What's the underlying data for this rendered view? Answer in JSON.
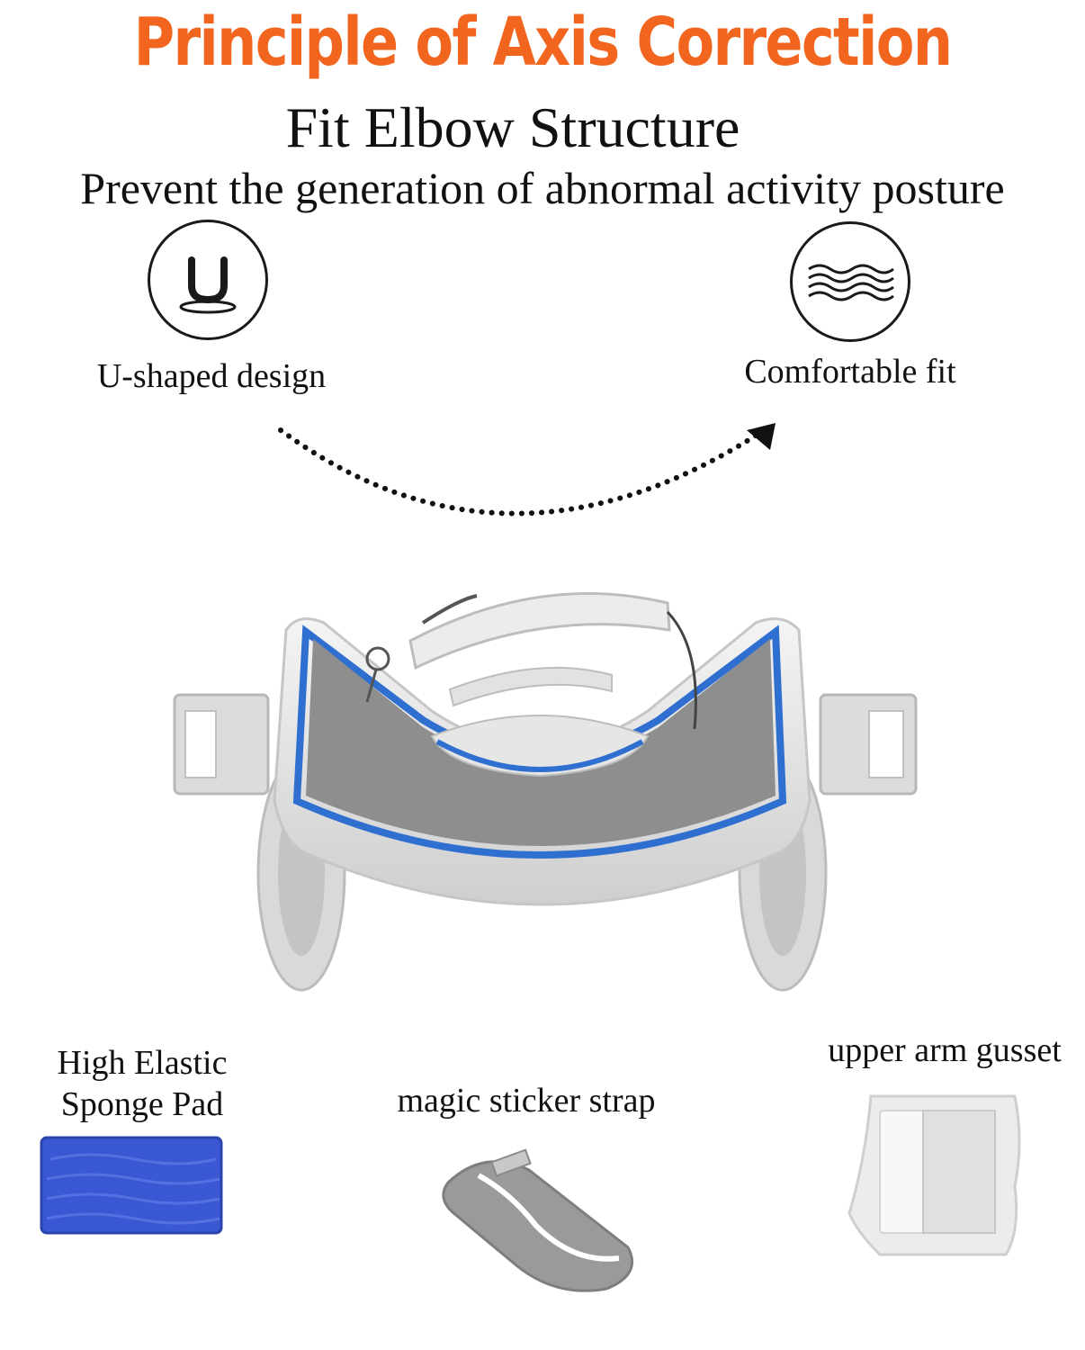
{
  "header": {
    "title": "Principle of Axis Correction",
    "title_color": "#f2651e",
    "subtitle": "Fit Elbow Structure",
    "tagline": "Prevent the generation of abnormal activity posture"
  },
  "features": [
    {
      "icon": "u-shape-icon",
      "label": "U-shaped design"
    },
    {
      "icon": "waves-icon",
      "label": "Comfortable fit"
    }
  ],
  "product": {
    "pad_color": "#8e8e8e",
    "trim_color": "#2f6fd0",
    "frame_color": "#e4e4e4"
  },
  "accessories": [
    {
      "label_line1": "High Elastic",
      "label_line2": "Sponge Pad",
      "color": "#3a57d4"
    },
    {
      "label_line1": "magic sticker strap",
      "label_line2": "",
      "color": "#9a9a9a"
    },
    {
      "label_line1": "upper arm gusset",
      "label_line2": "",
      "color": "#e8e8e8"
    }
  ]
}
